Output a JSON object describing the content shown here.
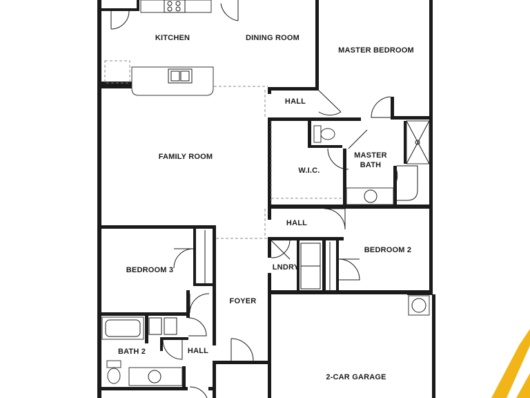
{
  "rooms": {
    "kitchen": "KITCHEN",
    "dining_room": "DINING ROOM",
    "master_bedroom": "MASTER BEDROOM",
    "hall_upper": "HALL",
    "family_room": "FAMILY ROOM",
    "wic": "W.I.C.",
    "master_bath_line1": "MASTER",
    "master_bath_line2": "BATH",
    "hall_middle": "HALL",
    "bedroom_2": "BEDROOM 2",
    "bedroom_3": "BEDROOM 3",
    "laundry": "LNDRY",
    "foyer": "FOYER",
    "bath_2": "BATH 2",
    "hall_lower": "HALL",
    "garage": "2-CAR GARAGE"
  },
  "colors": {
    "wall": "#1a1a1a",
    "accent_stripe": "#f2b517",
    "background": "#ffffff"
  }
}
